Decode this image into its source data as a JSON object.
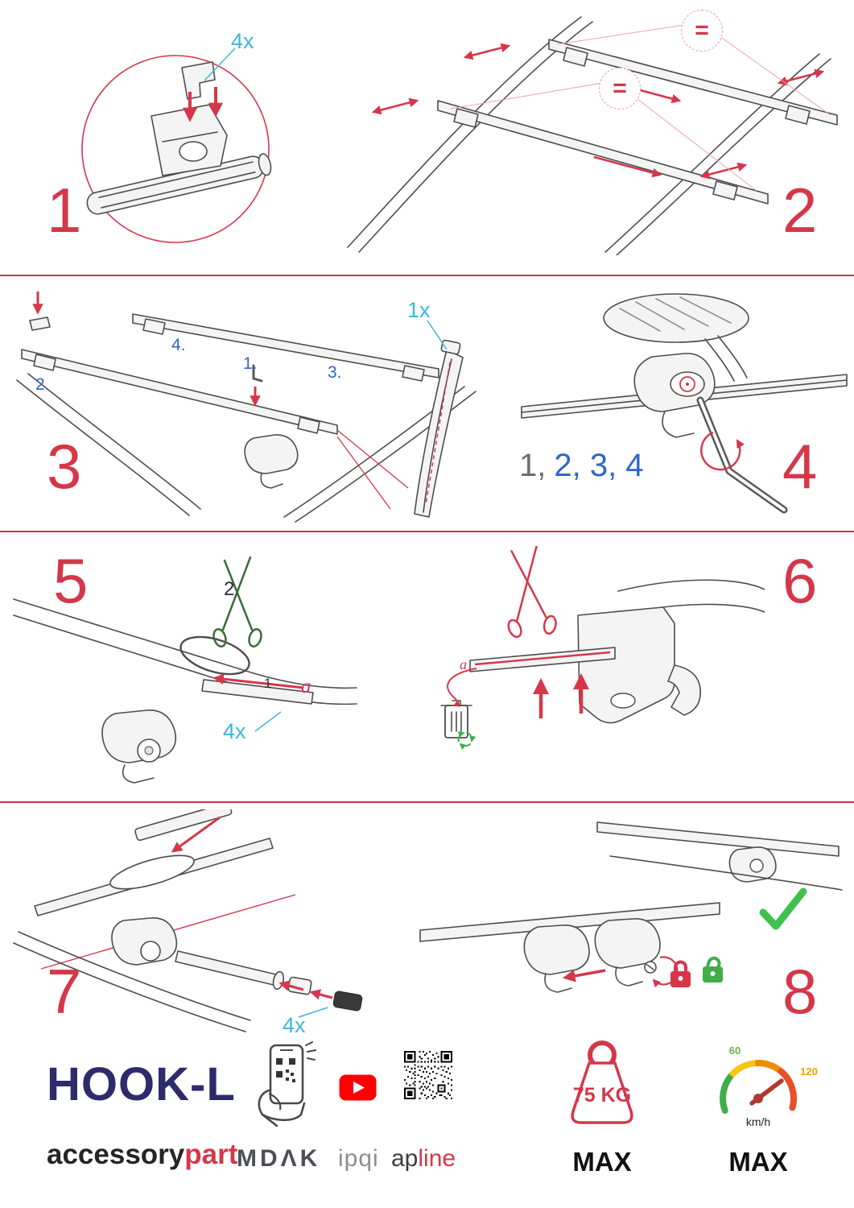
{
  "colors": {
    "accent_red": "#d5374a",
    "cyan": "#3eb7d9",
    "blue": "#2e66c9",
    "navy": "#2d2b6b",
    "green": "#3fae49",
    "youtube_red": "#ff0000"
  },
  "steps": {
    "s1": {
      "number": "1",
      "qty": "4x"
    },
    "s2": {
      "number": "2",
      "equal_a": "=",
      "equal_b": "="
    },
    "s3": {
      "number": "3",
      "qty": "1x",
      "order1": "1.",
      "order2": "2.",
      "order3": "3.",
      "order4": "4."
    },
    "s4": {
      "number": "4",
      "seq_gray": "1,",
      "seq_blue": "2, 3, 4"
    },
    "s5": {
      "number": "5",
      "mark2": "2",
      "mark1": "1",
      "mark_a": "a",
      "qty": "4x"
    },
    "s6": {
      "number": "6",
      "mark_a": "a"
    },
    "s7": {
      "number": "7",
      "qty": "4x"
    },
    "s8": {
      "number": "8"
    }
  },
  "footer": {
    "product": "HOOK-L",
    "brand1": "accessory",
    "brand1_accent": "part",
    "brand2": "MDΛK",
    "brand3": "ipqi",
    "brand4": "ap",
    "brand4_accent": "line",
    "weight_value": "75 KG",
    "weight_max": "MAX",
    "speed_low": "60",
    "speed_high": "120",
    "speed_unit": "km/h",
    "speed_max": "MAX"
  }
}
